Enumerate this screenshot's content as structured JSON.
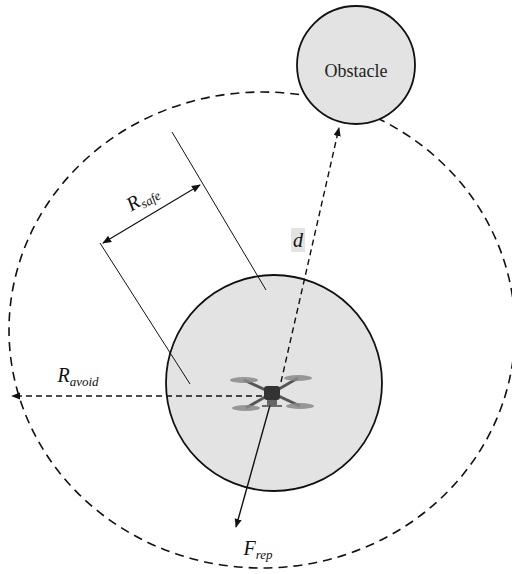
{
  "diagram": {
    "nodes": [
      {
        "text": [
          "Obstacle"
        ]
      }
    ],
    "labels": [
      "Rsafe",
      "Ravoid",
      "d",
      "Frep"
    ]
  }
}
